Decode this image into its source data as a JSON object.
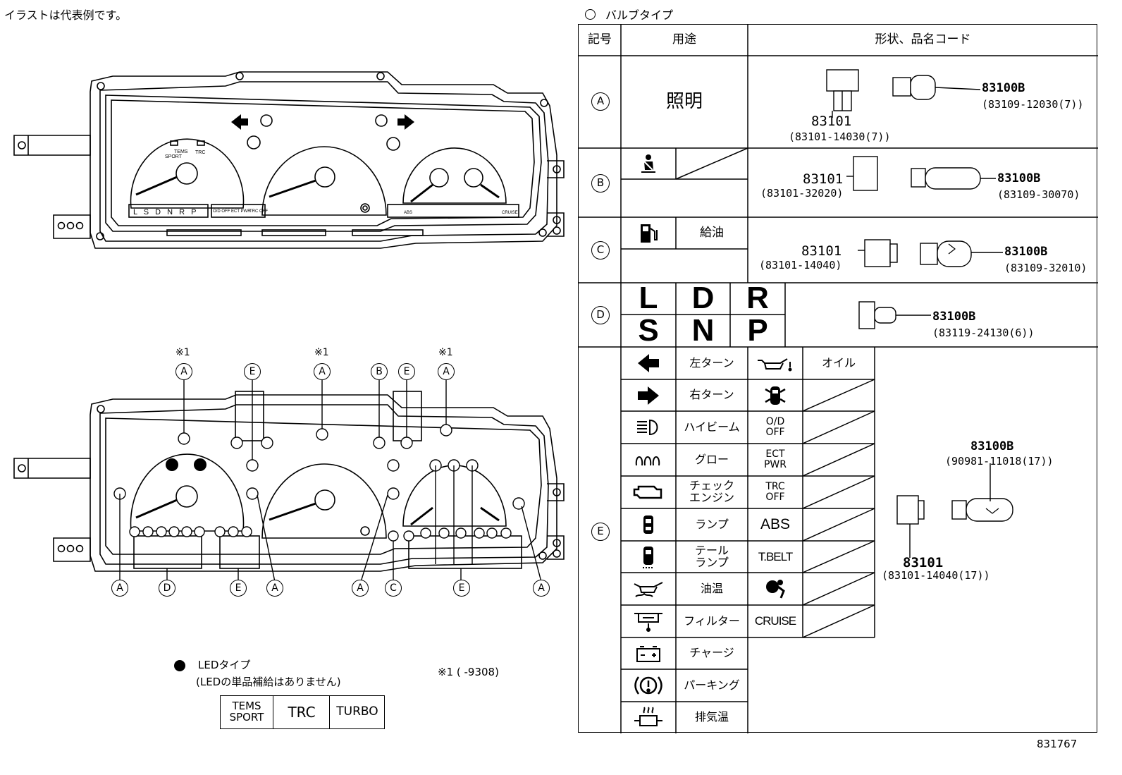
{
  "header": {
    "note": "イラストは代表例です。",
    "bulb_type": "バルブタイプ",
    "figure_no": "831767"
  },
  "illustration": {
    "gauge_tems": "TEMS",
    "gauge_sport": "SPORT",
    "gauge_trc": "TRC",
    "gear_strip": "L S D N R P",
    "ind_od": "O/D OFF",
    "ind_ect": "ECT PWR",
    "ind_trc": "TRC OFF",
    "ind_abs": "ABS",
    "ind_cruise": "CRUISE"
  },
  "callouts": {
    "note_mark": "※1",
    "top": [
      "A",
      "E",
      "A",
      "B",
      "E",
      "A"
    ],
    "bottom": [
      "A",
      "D",
      "E",
      "A",
      "A",
      "C",
      "E",
      "A"
    ]
  },
  "led": {
    "title": "LEDタイプ",
    "note": "(LEDの単品補給はありません)",
    "footnote": "※1 (        -9308)",
    "cells": [
      "TEMS",
      "SPORT",
      "TRC",
      "TURBO"
    ]
  },
  "table": {
    "headers": [
      "記号",
      "用途",
      "形状、品名コード"
    ],
    "rows": {
      "A": {
        "symbol": "A",
        "use": "照明",
        "socket_code": "83101",
        "socket_sub": "(83101-14030(7))",
        "bulb_code": "83100B",
        "bulb_sub": "(83109-12030(7))"
      },
      "B": {
        "symbol": "B",
        "icon": "seatbelt-warning-icon",
        "socket_code": "83101",
        "socket_sub": "(83101-32020)",
        "bulb_code": "83100B",
        "bulb_sub": "(83109-30070)"
      },
      "C": {
        "symbol": "C",
        "icon": "fuel-pump-icon",
        "use": "給油",
        "socket_code": "83101",
        "socket_sub": "(83101-14040)",
        "bulb_code": "83100B",
        "bulb_sub": "(83109-32010)"
      },
      "D": {
        "symbol": "D",
        "letters": [
          "L",
          "D",
          "R",
          "S",
          "N",
          "P"
        ],
        "bulb_code": "83100B",
        "bulb_sub": "(83119-24130(6))"
      },
      "E": {
        "symbol": "E",
        "left": [
          {
            "icon": "left-turn-arrow-icon",
            "label": "左ターン"
          },
          {
            "icon": "right-turn-arrow-icon",
            "label": "右ターン"
          },
          {
            "icon": "high-beam-icon",
            "label": "ハイビーム"
          },
          {
            "icon": "glow-plug-icon",
            "label": "グロー"
          },
          {
            "icon": "check-engine-icon",
            "label": "チェック\nエンジン"
          },
          {
            "icon": "door-lamp-icon",
            "label": "ランプ"
          },
          {
            "icon": "tail-lamp-icon",
            "label": "テール\nランプ"
          },
          {
            "icon": "oil-temp-icon",
            "label": "油温"
          },
          {
            "icon": "filter-icon",
            "label": "フィルター"
          },
          {
            "icon": "battery-charge-icon",
            "label": "チャージ"
          },
          {
            "icon": "parking-brake-icon",
            "label": "パーキング"
          },
          {
            "icon": "exhaust-temp-icon",
            "label": "排気温"
          }
        ],
        "right": [
          {
            "icon": "oil-pressure-icon",
            "text": "",
            "label": "オイル"
          },
          {
            "icon": "door-open-icon",
            "text": "",
            "label": ""
          },
          {
            "icon": "",
            "text": "O/D\nOFF",
            "label": ""
          },
          {
            "icon": "",
            "text": "ECT\nPWR",
            "label": ""
          },
          {
            "icon": "",
            "text": "TRC\nOFF",
            "label": ""
          },
          {
            "icon": "",
            "text": "ABS",
            "label": ""
          },
          {
            "icon": "",
            "text": "T.BELT",
            "label": ""
          },
          {
            "icon": "airbag-icon",
            "text": "",
            "label": ""
          },
          {
            "icon": "",
            "text": "CRUISE",
            "label": ""
          }
        ],
        "bulb_code": "83100B",
        "bulb_sub": "(90981-11018(17))",
        "socket_code": "83101",
        "socket_sub": "(83101-14040(17))"
      }
    }
  }
}
